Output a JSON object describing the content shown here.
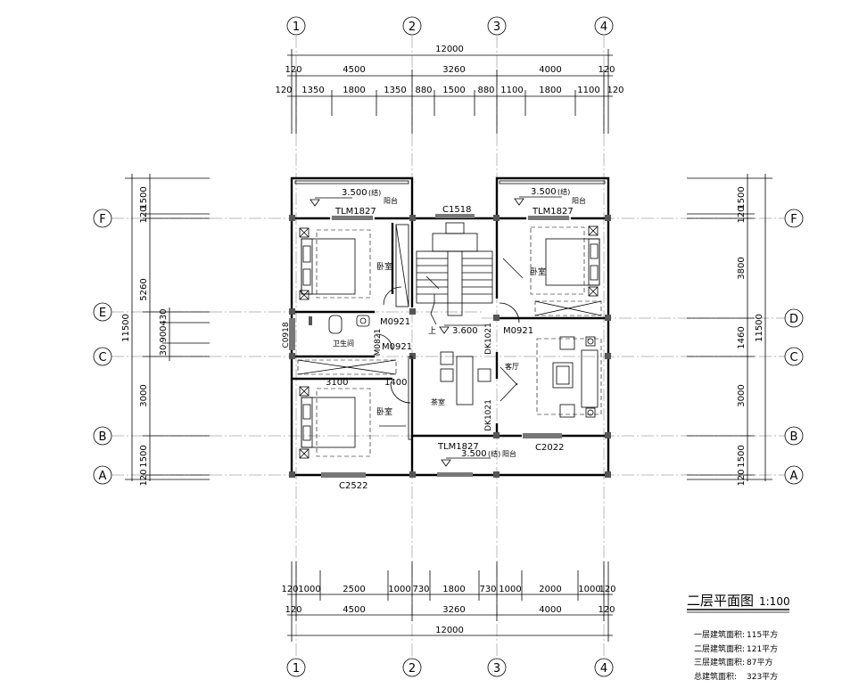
{
  "axes": {
    "vertical": [
      "1",
      "2",
      "3",
      "4"
    ],
    "left": [
      "F",
      "E",
      "C",
      "B",
      "A"
    ],
    "right": [
      "F",
      "D",
      "C",
      "B",
      "A"
    ]
  },
  "dims_top": {
    "total": "12000",
    "row2": [
      "120",
      "4500",
      "3260",
      "4000",
      "120"
    ],
    "row3": [
      "120",
      "1350",
      "1800",
      "1350",
      "880",
      "1500",
      "880",
      "1100",
      "1800",
      "1100",
      "120"
    ]
  },
  "dims_bottom": {
    "row1": [
      "120",
      "1000",
      "2500",
      "1000",
      "730",
      "1800",
      "730",
      "1000",
      "2000",
      "1000",
      "120"
    ],
    "row2": [
      "120",
      "4500",
      "3260",
      "4000",
      "120"
    ],
    "total": "12000"
  },
  "dims_left": {
    "total": "11500",
    "parts": [
      "1500",
      "120",
      "5260",
      "430",
      "900",
      "30",
      "3000",
      "1500",
      "120"
    ]
  },
  "dims_right": {
    "total": "11500",
    "parts": [
      "1500",
      "120",
      "3800",
      "1460",
      "3000",
      "1500",
      "120"
    ]
  },
  "labels": {
    "balcony_elev": "3.500",
    "jie": "(结)",
    "balcony": "阳台",
    "tlm": "TLM1827",
    "c1518": "C1518",
    "bedroom": "卧室",
    "bathroom": "卫生间",
    "m0921": "M0921",
    "m0821": "M0821",
    "c0918": "C0918",
    "floor_elev": "3.600",
    "up": "上",
    "dk1021": "DK1021",
    "tea_room": "茶室",
    "living_room": "客厅",
    "dim3100": "3100",
    "dim1400": "1400",
    "c2022": "C2022",
    "c2522": "C2522"
  },
  "title": {
    "name": "二层平面图",
    "scale": "1:100"
  },
  "areas": [
    {
      "label": "一层建筑面积:",
      "value": "115平方"
    },
    {
      "label": "二层建筑面积:",
      "value": "121平方"
    },
    {
      "label": "三层建筑面积:",
      "value": " 87平方"
    },
    {
      "label": "总建筑面积:",
      "value": "323平方"
    }
  ]
}
